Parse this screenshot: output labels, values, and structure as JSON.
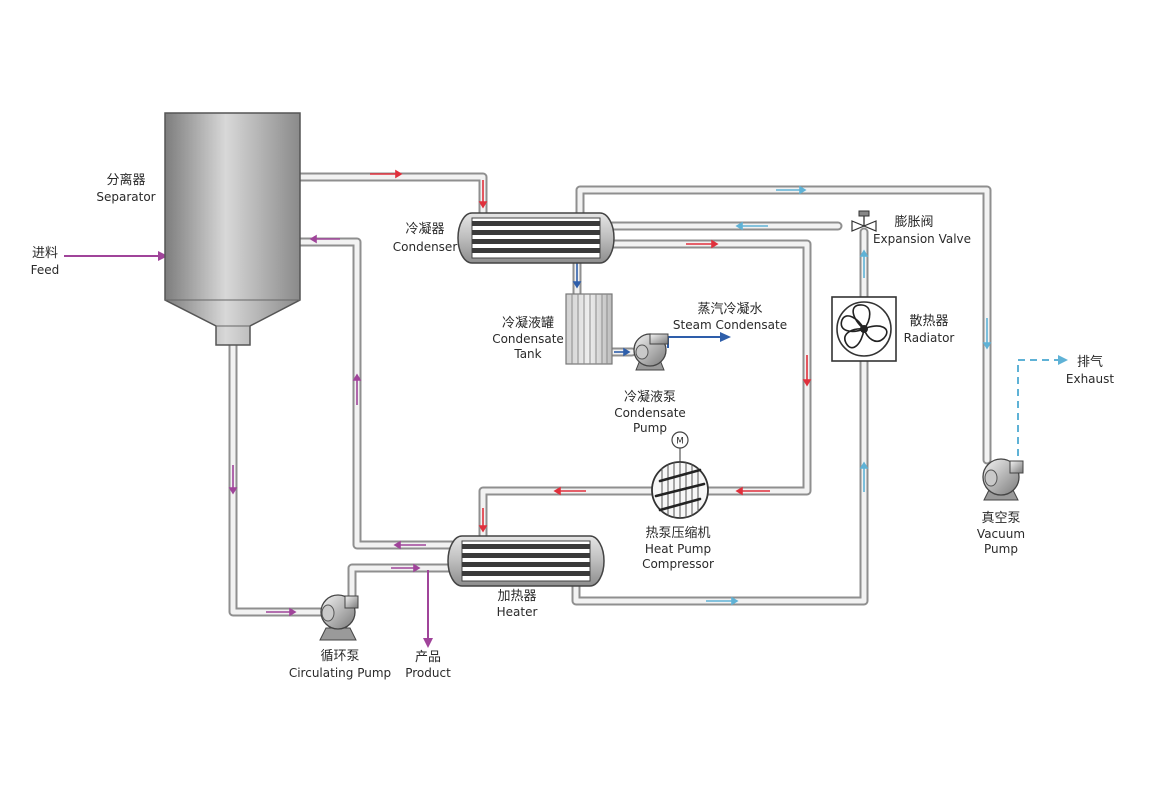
{
  "labels": {
    "separator": {
      "cn": "分离器",
      "en": "Separator"
    },
    "feed": {
      "cn": "进料",
      "en": "Feed"
    },
    "condenser": {
      "cn": "冷凝器",
      "en": "Condenser"
    },
    "tank": {
      "cn": "冷凝液罐",
      "en1": "Condensate",
      "en2": "Tank"
    },
    "steam": {
      "cn": "蒸汽冷凝水",
      "en": "Steam Condensate"
    },
    "cpump": {
      "cn": "冷凝液泵",
      "en1": "Condensate",
      "en2": "Pump"
    },
    "expansion": {
      "cn": "膨胀阀",
      "en": "Expansion Valve"
    },
    "radiator": {
      "cn": "散热器",
      "en": "Radiator"
    },
    "exhaust": {
      "cn": "排气",
      "en": "Exhaust"
    },
    "vacuum": {
      "cn": "真空泵",
      "en1": "Vacuum",
      "en2": "Pump"
    },
    "compressor": {
      "cn": "热泵压缩机",
      "en1": "Heat Pump",
      "en2": "Compressor"
    },
    "heater": {
      "cn": "加热器",
      "en": "Heater"
    },
    "circ": {
      "cn": "循环泵",
      "en": "Circulating Pump"
    },
    "product": {
      "cn": "产品",
      "en": "Product"
    },
    "motor": "M"
  },
  "colors": {
    "pipe": "#8a8a8a",
    "pipe_fill": "#f0f0f0",
    "red": "#e0303c",
    "purple": "#a0449a",
    "blue": "#2e5eaa",
    "cyan": "#5fb2d6",
    "vessel": "#a9a9a9"
  }
}
